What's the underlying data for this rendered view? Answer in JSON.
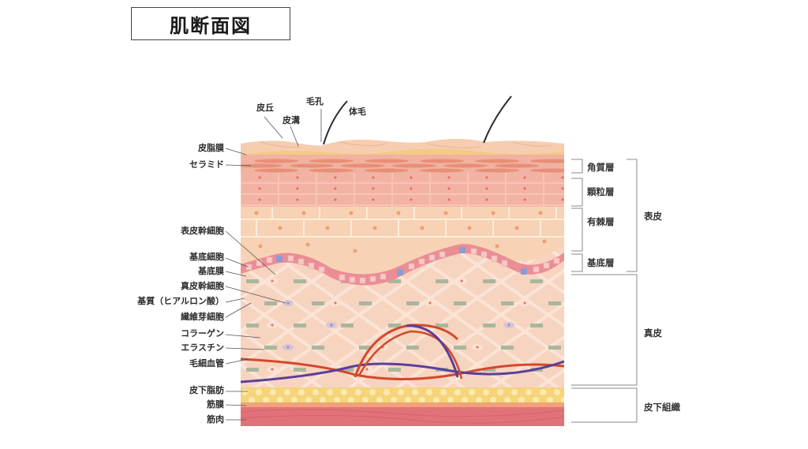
{
  "title": "肌断面図",
  "top_labels": [
    {
      "id": "hikyu",
      "text": "皮丘"
    },
    {
      "id": "kemou",
      "text": "毛孔"
    },
    {
      "id": "hikou",
      "text": "皮溝"
    },
    {
      "id": "taimou",
      "text": "体毛"
    }
  ],
  "left_labels": [
    {
      "id": "hishimaku",
      "text": "皮脂膜"
    },
    {
      "id": "ceramide",
      "text": "セラミド"
    },
    {
      "id": "hyohi-kansaibou",
      "text": "表皮幹細胞"
    },
    {
      "id": "kitei-saibou",
      "text": "基底細胞"
    },
    {
      "id": "kiteimaku",
      "text": "基底膜"
    },
    {
      "id": "shinpi-kansaibou",
      "text": "真皮幹細胞"
    },
    {
      "id": "kishitsu",
      "text": "基質（ヒアルロン酸）"
    },
    {
      "id": "sen-i-gasaibou",
      "text": "繊維芽細胞"
    },
    {
      "id": "collagen",
      "text": "コラーゲン"
    },
    {
      "id": "elastin",
      "text": "エラスチン"
    },
    {
      "id": "mousaikekkan",
      "text": "毛細血管"
    },
    {
      "id": "hika-shibou",
      "text": "皮下脂肪"
    },
    {
      "id": "kinmaku",
      "text": "筋膜"
    },
    {
      "id": "kinniku",
      "text": "筋肉"
    }
  ],
  "right_labels": {
    "sublayers": [
      {
        "id": "kakushitsu",
        "text": "角質層"
      },
      {
        "id": "karyu",
        "text": "顆粒層"
      },
      {
        "id": "yuukyoku",
        "text": "有棘層"
      },
      {
        "id": "kitei",
        "text": "基底層"
      }
    ],
    "layers": [
      {
        "id": "hyohi",
        "text": "表皮"
      },
      {
        "id": "shinpi",
        "text": "真皮"
      },
      {
        "id": "hika-soshiki",
        "text": "皮下組織"
      }
    ]
  },
  "colors": {
    "surface": "#f6cdb0",
    "stratum_corneum": "#e88f78",
    "granular": "#f3b3a4",
    "spinous": "#f8d2b4",
    "basal": "#e98e94",
    "basal_stem": "#8f9bd3",
    "dermis": "#f7d4c0",
    "collagen_bar": "#a9b79d",
    "artery": "#d2492b",
    "vein": "#5a3f9a",
    "fat": "#f5d47a",
    "fascia": "#f0a27a",
    "muscle": "#e1727a",
    "bracket": "#888888"
  }
}
